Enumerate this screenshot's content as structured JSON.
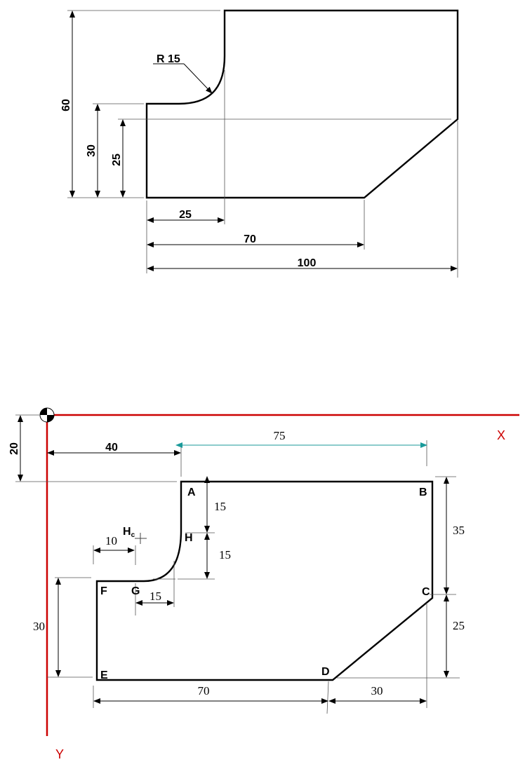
{
  "top_drawing": {
    "radius_label": "R 15",
    "dims": {
      "h60": "60",
      "h30": "30",
      "h25": "25",
      "w25": "25",
      "w70": "70",
      "w100": "100"
    }
  },
  "bottom_drawing": {
    "axes": {
      "x_label": "X",
      "y_label": "Y",
      "color": "#cc0000"
    },
    "points": {
      "A": "A",
      "B": "B",
      "C": "C",
      "D": "D",
      "E": "E",
      "F": "F",
      "G": "G",
      "H": "H",
      "Hc": "H",
      "Hc_sub": "c"
    },
    "dims": {
      "d20": "20",
      "d40": "40",
      "d75": "75",
      "d35": "35",
      "d25": "25",
      "d15a": "15",
      "d15b": "15",
      "d10": "10",
      "d15c": "15",
      "d30v": "30",
      "d70": "70",
      "d30h": "30"
    },
    "accent": "#1a9a9a"
  }
}
